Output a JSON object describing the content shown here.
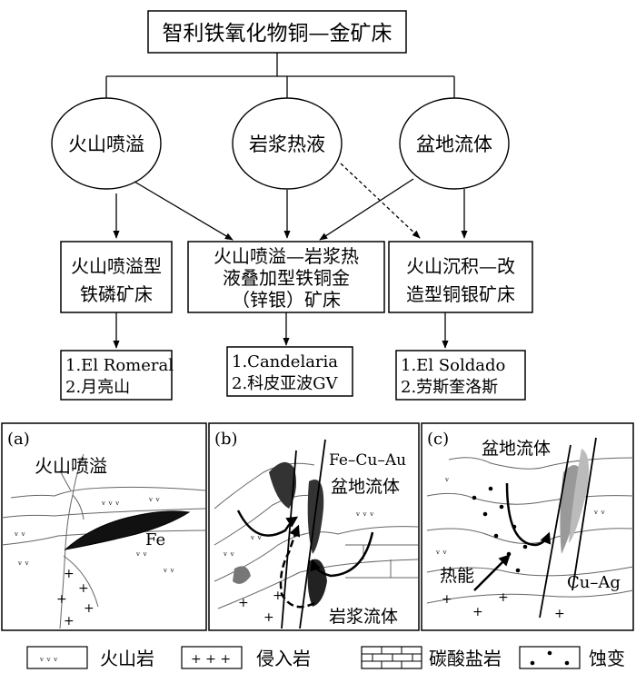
{
  "top_box": "智利铁氧化物铜—金矿床",
  "sources": [
    "火山喷溢",
    "岩浆热液",
    "盆地流体"
  ],
  "types": [
    [
      "火山喷溢型",
      "铁磷矿床"
    ],
    [
      "火山喷溢—岩浆热",
      "液叠加型铁铜金",
      "（锌银）矿床"
    ],
    [
      "火山沉积—改",
      "造型铜银矿床"
    ]
  ],
  "examples": [
    [
      "1.El Romeral",
      "2.月亮山"
    ],
    [
      "1.Candelaria",
      "2.科皮亚波GV"
    ],
    [
      "1.El Soldado",
      "2.劳斯奎洛斯"
    ]
  ],
  "panel_a": {
    "tag": "(a)",
    "label": "火山喷溢",
    "mineral": "Fe"
  },
  "panel_b": {
    "tag": "(b)",
    "mineral": "Fe–Cu–Au",
    "label_top": "盆地流体",
    "label_bottom": "岩浆流体"
  },
  "panel_c": {
    "tag": "(c)",
    "label_top": "盆地流体",
    "label_left": "热能",
    "mineral": "Cu–Ag"
  },
  "legend": [
    "火山岩",
    "侵入岩",
    "碳酸盐岩",
    "蚀变"
  ]
}
